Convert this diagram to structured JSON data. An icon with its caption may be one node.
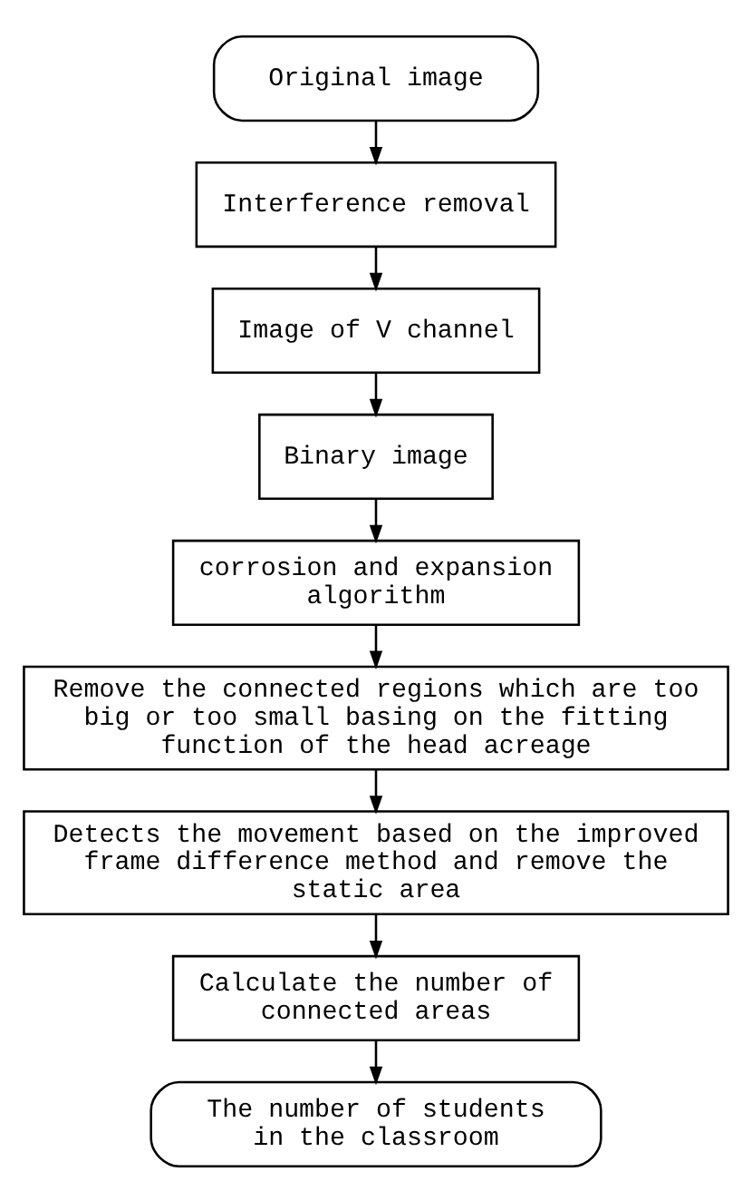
{
  "diagram": {
    "nodes": [
      {
        "text": [
          "Original image"
        ]
      },
      {
        "text": [
          "Interference removal"
        ]
      },
      {
        "text": [
          "Image of V channel"
        ]
      },
      {
        "text": [
          "Binary image"
        ]
      },
      {
        "text": [
          "corrosion and expansion algorithm"
        ]
      },
      {
        "text": [
          "Remove the connected regions which are too big or too small basing on the fitting function of the head acreage"
        ]
      },
      {
        "text": [
          "Detects the movement based on the improved frame difference method and remove the static area"
        ]
      },
      {
        "text": [
          "Calculate the number of connected areas"
        ]
      },
      {
        "text": [
          "The number of students in the classroom"
        ]
      }
    ],
    "edges": [
      {
        "from": 0,
        "to": 1,
        "arrow": "to"
      },
      {
        "from": 1,
        "to": 2,
        "arrow": "to"
      },
      {
        "from": 2,
        "to": 3,
        "arrow": "to"
      },
      {
        "from": 3,
        "to": 4,
        "arrow": "to"
      },
      {
        "from": 4,
        "to": 5,
        "arrow": "to"
      },
      {
        "from": 5,
        "to": 6,
        "arrow": "to"
      },
      {
        "from": 6,
        "to": 7,
        "arrow": "to"
      },
      {
        "from": 7,
        "to": 8,
        "arrow": "to"
      }
    ]
  }
}
